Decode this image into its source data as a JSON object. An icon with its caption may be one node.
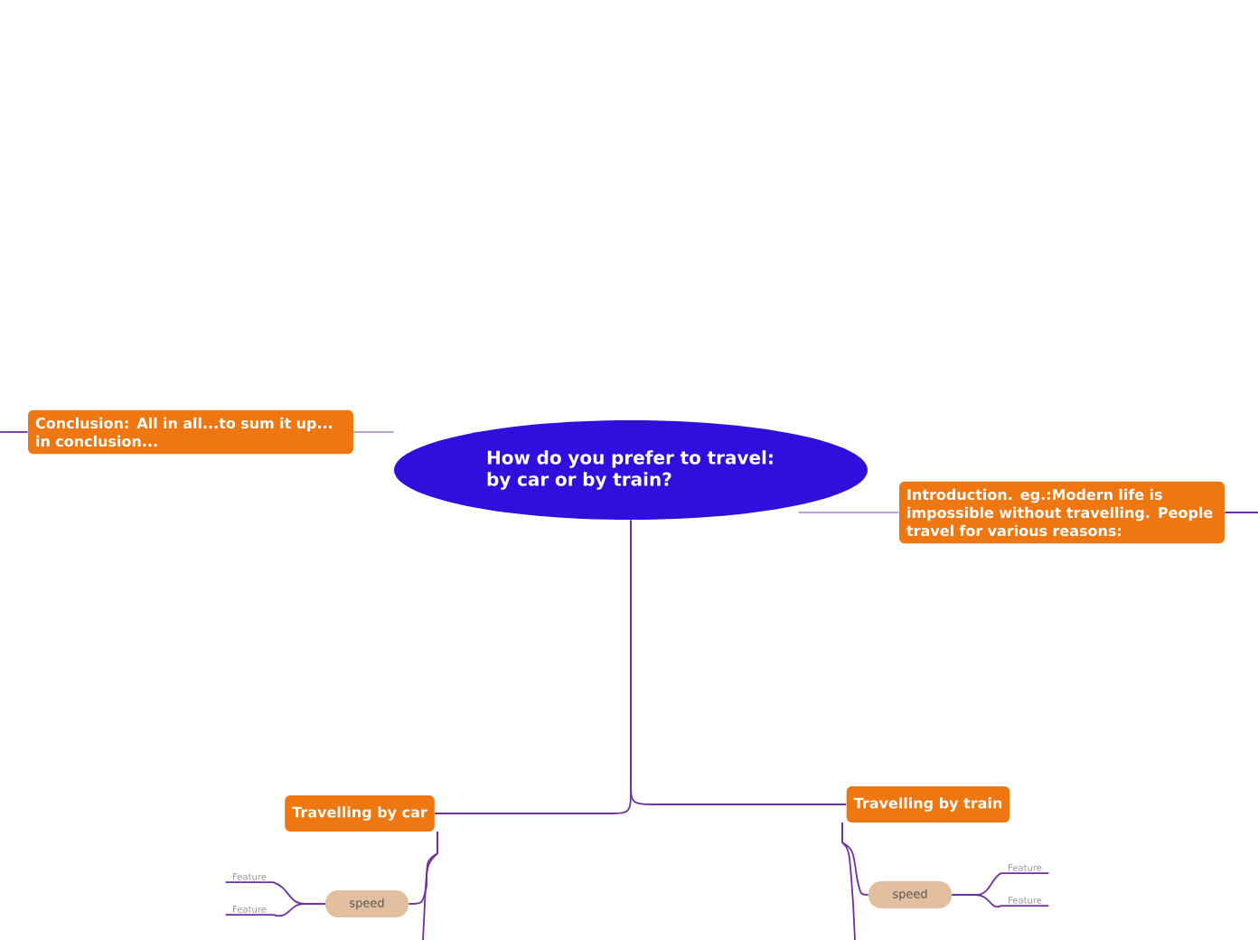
{
  "diagram": {
    "nodes": [
      {
        "text": [
          "How do you prefer to travel: by car or by train?"
        ]
      },
      {
        "text": [
          "Conclusion: All in all...to sum it up... in conclusion..."
        ]
      },
      {
        "text": [
          "Introduction. eg.:Modern life is impossible without travelling. People travel for various reasons:"
        ]
      },
      {
        "text": [
          "Travelling by car"
        ]
      },
      {
        "text": [
          "Travelling by train"
        ]
      },
      {
        "text": [
          "speed"
        ]
      },
      {
        "text": [
          "speed"
        ]
      },
      {
        "text": [
          "Feature"
        ]
      },
      {
        "text": [
          "Feature"
        ]
      },
      {
        "text": [
          "Feature"
        ]
      },
      {
        "text": [
          "Feature"
        ]
      }
    ],
    "edges": [
      {
        "from": 0,
        "to": 1,
        "arrow": "none",
        "color": "#b9a3d6"
      },
      {
        "from": 0,
        "to": 2,
        "arrow": "none",
        "color": "#b9a3d6"
      },
      {
        "from": 0,
        "to": 3,
        "arrow": "none"
      },
      {
        "from": 0,
        "to": 4,
        "arrow": "none"
      },
      {
        "from": 1,
        "to": null,
        "arrow": "none"
      },
      {
        "from": 2,
        "to": null,
        "arrow": "none"
      },
      {
        "from": 3,
        "to": 5,
        "arrow": "none"
      },
      {
        "from": 4,
        "to": 6,
        "arrow": "none"
      },
      {
        "from": 3,
        "to": null,
        "arrow": "none"
      },
      {
        "from": 4,
        "to": null,
        "arrow": "none"
      },
      {
        "from": 5,
        "to": 7,
        "arrow": "none"
      },
      {
        "from": 5,
        "to": 8,
        "arrow": "none"
      },
      {
        "from": 6,
        "to": 9,
        "arrow": "none"
      },
      {
        "from": 6,
        "to": 10,
        "arrow": "none"
      }
    ]
  }
}
